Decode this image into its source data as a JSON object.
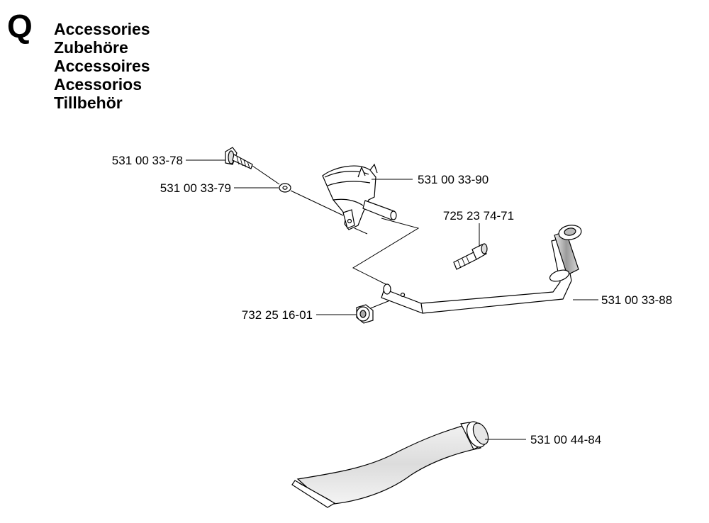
{
  "section": {
    "letter": "Q"
  },
  "titles": [
    "Accessories",
    "Zubehöre",
    "Accessoires",
    "Acessorios",
    "Tillbehör"
  ],
  "parts": [
    {
      "number": "531 00 33-78"
    },
    {
      "number": "531 00 33-79"
    },
    {
      "number": "531 00 33-90"
    },
    {
      "number": "725 23 74-71"
    },
    {
      "number": "531 00 33-88"
    },
    {
      "number": "732 25 16-01"
    },
    {
      "number": "531 00 44-84"
    }
  ]
}
